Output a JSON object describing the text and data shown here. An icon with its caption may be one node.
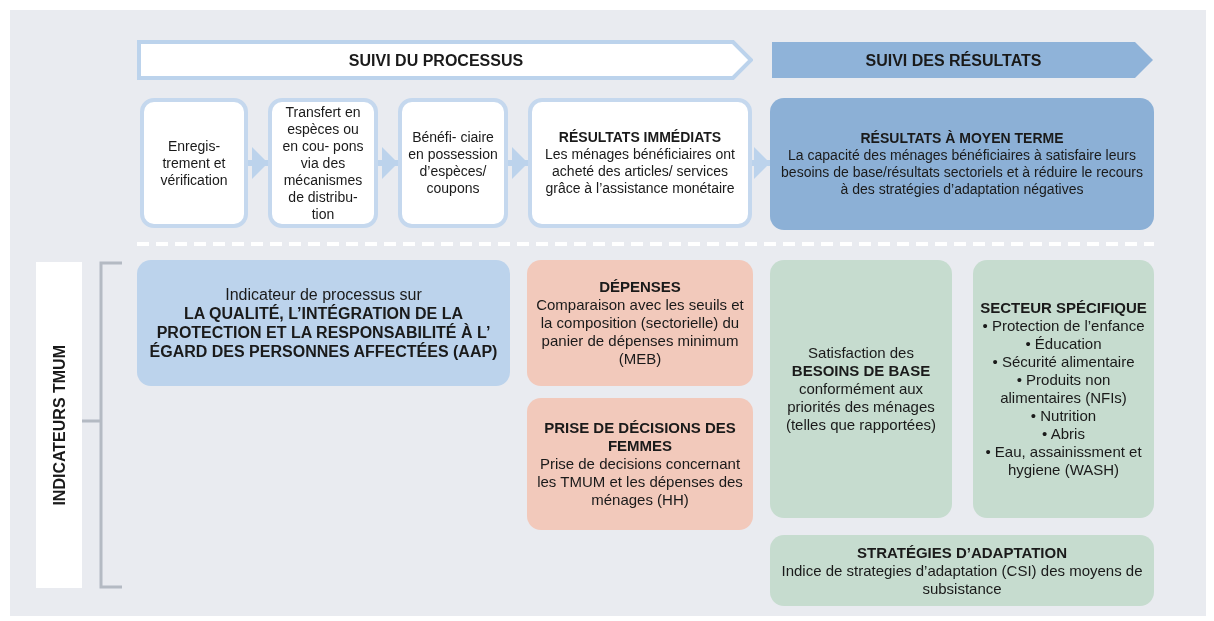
{
  "diagram": {
    "nodes": [
      {
        "text": [
          "SUIVI DU PROCESSUS"
        ]
      },
      {
        "text": [
          "SUIVI DES RÉSULTATS"
        ]
      },
      {
        "text": [
          "Enregis- trement et vérification"
        ]
      },
      {
        "text": [
          "Transfert en espèces ou en cou- pons via des mécanismes de distribu- tion"
        ]
      },
      {
        "text": [
          "Bénéfi- ciaire en possession d’espèces/ coupons"
        ]
      },
      {
        "text": [
          "RÉSULTATS IMMÉDIATS",
          "Les ménages bénéficiaires ont acheté des articles/ services grâce à l’assistance monétaire"
        ]
      },
      {
        "text": [
          "RÉSULTATS À MOYEN TERME",
          "La capacité des ménages bénéficiaires à satisfaire leurs besoins de base/résultats sectoriels et à réduire le recours à des stratégies d’adaptation négatives"
        ]
      },
      {
        "text": [
          "INDICATEURS TMUM"
        ]
      },
      {
        "text": [
          "Indicateur de processus sur",
          "LA QUALITÉ, L’INTÉGRATION DE LA PROTECTION ET LA RESPONSABILITÉ À L’ ÉGARD DES PERSONNES AFFECTÉES (AAP)"
        ]
      },
      {
        "text": [
          "DÉPENSES",
          "Comparaison avec les seuils et la composition (sectorielle) du panier de dépenses minimum (MEB)"
        ]
      },
      {
        "text": [
          "PRISE DE DÉCISIONS DES FEMMES",
          "Prise de decisions concernant les TMUM et les dépenses des ménages (HH)"
        ]
      },
      {
        "text": [
          "Satisfaction des **BESOINS DE BASE** conformément aux priorités des ménages (telles que rapportées)"
        ]
      },
      {
        "text": [
          "SECTEUR SPÉCIFIQUE",
          "• Protection de l’enfance",
          "• Éducation",
          "• Sécurité alimentaire",
          "• Produits non alimentaires (NFIs)",
          "• Nutrition",
          "• Abris",
          "• Eau, assainissment et hygiene (WASH)"
        ]
      },
      {
        "text": [
          "STRATÉGIES D’ADAPTATION",
          "Indice de strategies d’adaptation (CSI) des moyens de subsistance"
        ]
      }
    ],
    "edges": [
      {
        "from": 2,
        "to": 3,
        "arrow": "to"
      },
      {
        "from": 3,
        "to": 4,
        "arrow": "to"
      },
      {
        "from": 4,
        "to": 5,
        "arrow": "to"
      },
      {
        "from": 5,
        "to": 6,
        "arrow": "to"
      }
    ]
  }
}
